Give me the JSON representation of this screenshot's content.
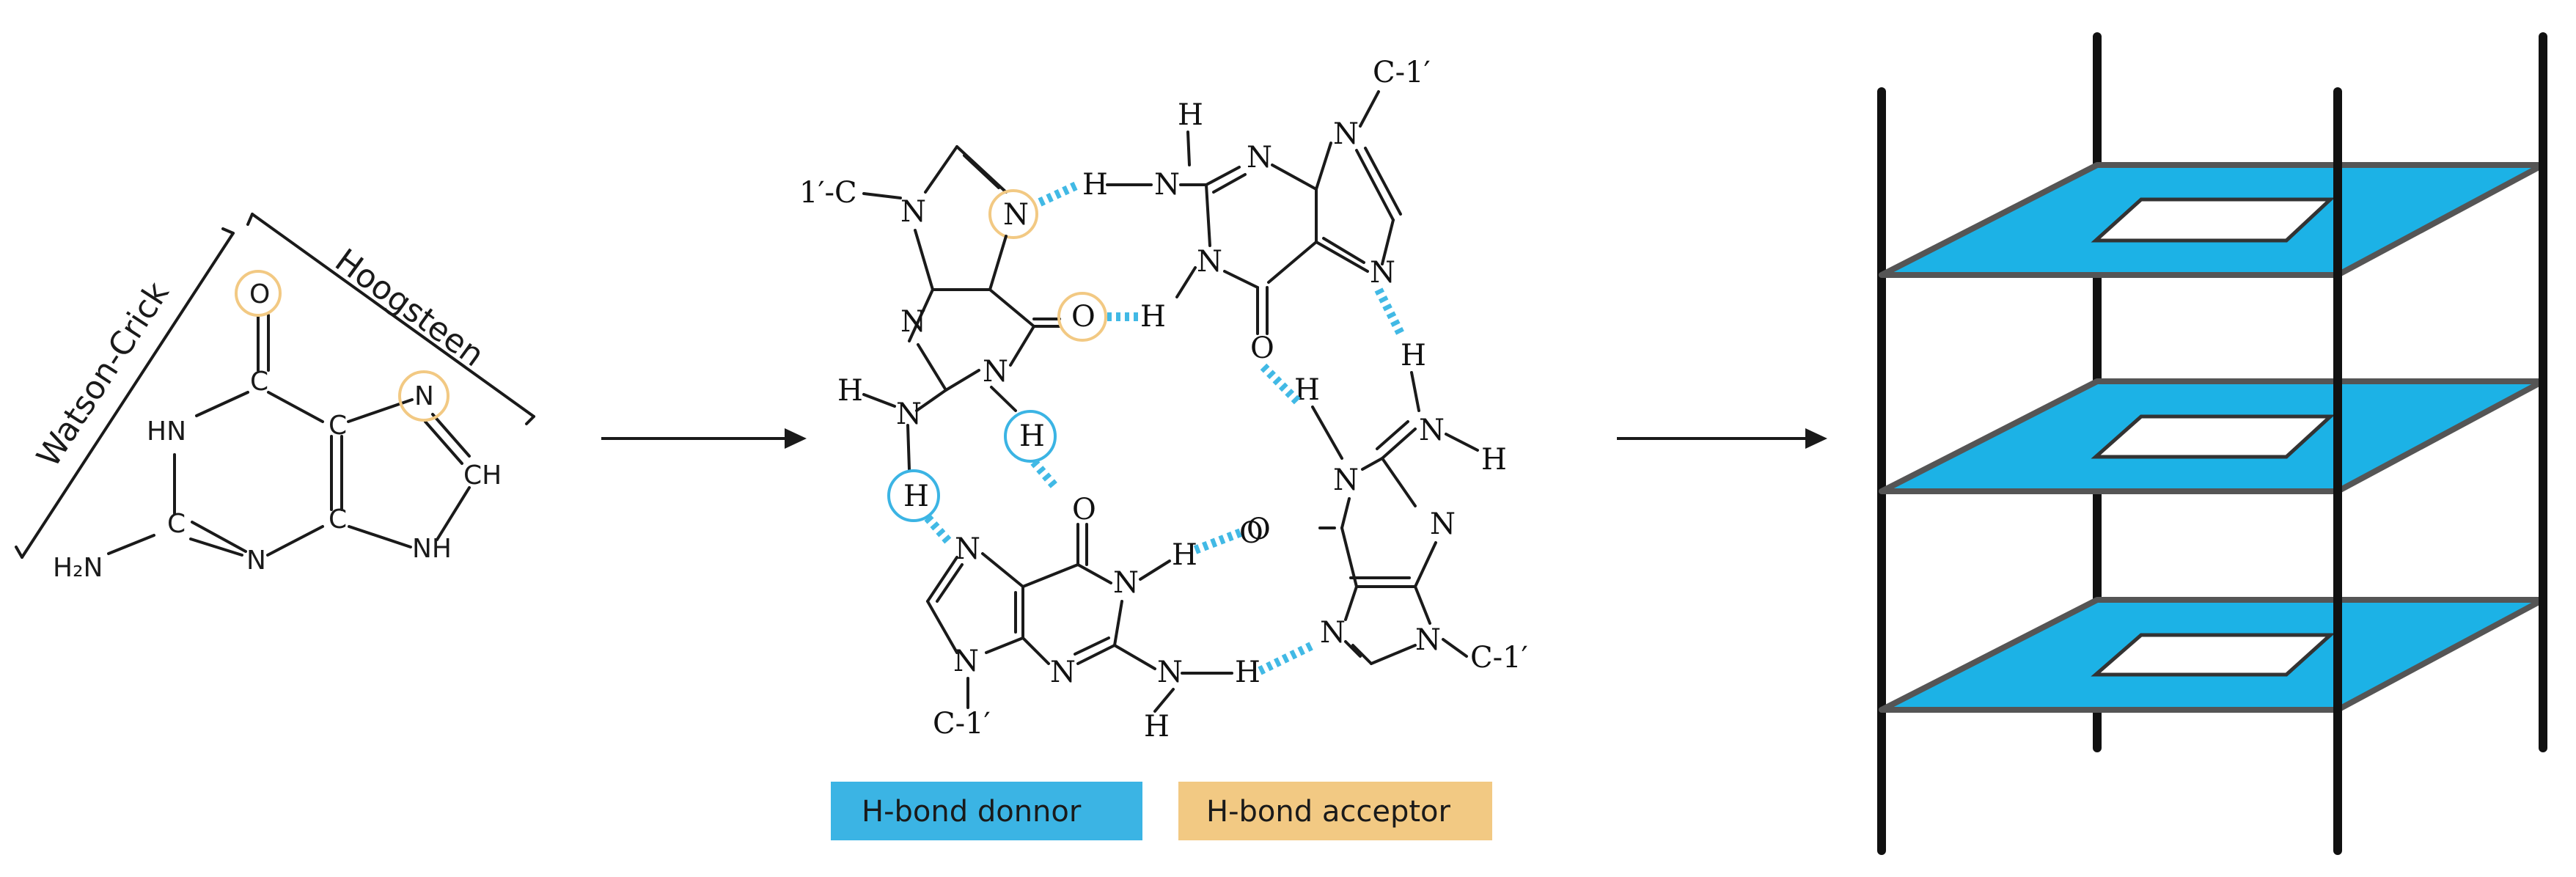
{
  "colors": {
    "donor": "#3bb4e4",
    "acceptor": "#f2c983",
    "hbond": "#41b9e5",
    "tetrad_plane": "#1cb2e6"
  },
  "guanine": {
    "faces": {
      "watson_crick": "Watson-Crick",
      "hoogsteen": "Hoogsteen"
    },
    "atoms": {
      "O": "O",
      "C6": "C",
      "C5": "C",
      "N7": "N",
      "C8": "CH",
      "N9": "NH",
      "C4": "C",
      "N3": "N",
      "C2": "C",
      "N1": "HN",
      "NH2": "H₂N"
    }
  },
  "tetrad": {
    "g1": {
      "sugar": "1′-C",
      "N9": "N",
      "N7": "N",
      "O": "O",
      "N1": "N",
      "H1": "H",
      "C2N": "N",
      "N2": "N",
      "H2": "H",
      "H3": "H"
    },
    "g2": {
      "H_top": "H",
      "N_amino": "N",
      "H_link": "H",
      "N3": "N",
      "sugar": "C-1′",
      "N9": "N",
      "N7": "N",
      "N1": "N",
      "H_imino": "H",
      "O": "O"
    },
    "g3": {
      "H_link": "H",
      "N_amino": "N",
      "H_out": "H",
      "N1": "N",
      "H_link2": "H",
      "O": "O",
      "N3": "N",
      "N9": "N",
      "sugar": "C-1′",
      "N7": "N"
    },
    "g4": {
      "N7": "N",
      "O": "O",
      "N1": "N",
      "H1": "H",
      "N3": "N",
      "N9": "N",
      "sugar": "C-1′",
      "N2": "N",
      "H2": "H",
      "H3": "H",
      "H_imino_link": "H",
      "O_link": "O"
    }
  },
  "legend": {
    "donor_label": "H-bond donnor",
    "acceptor_label": "H-bond acceptor"
  }
}
